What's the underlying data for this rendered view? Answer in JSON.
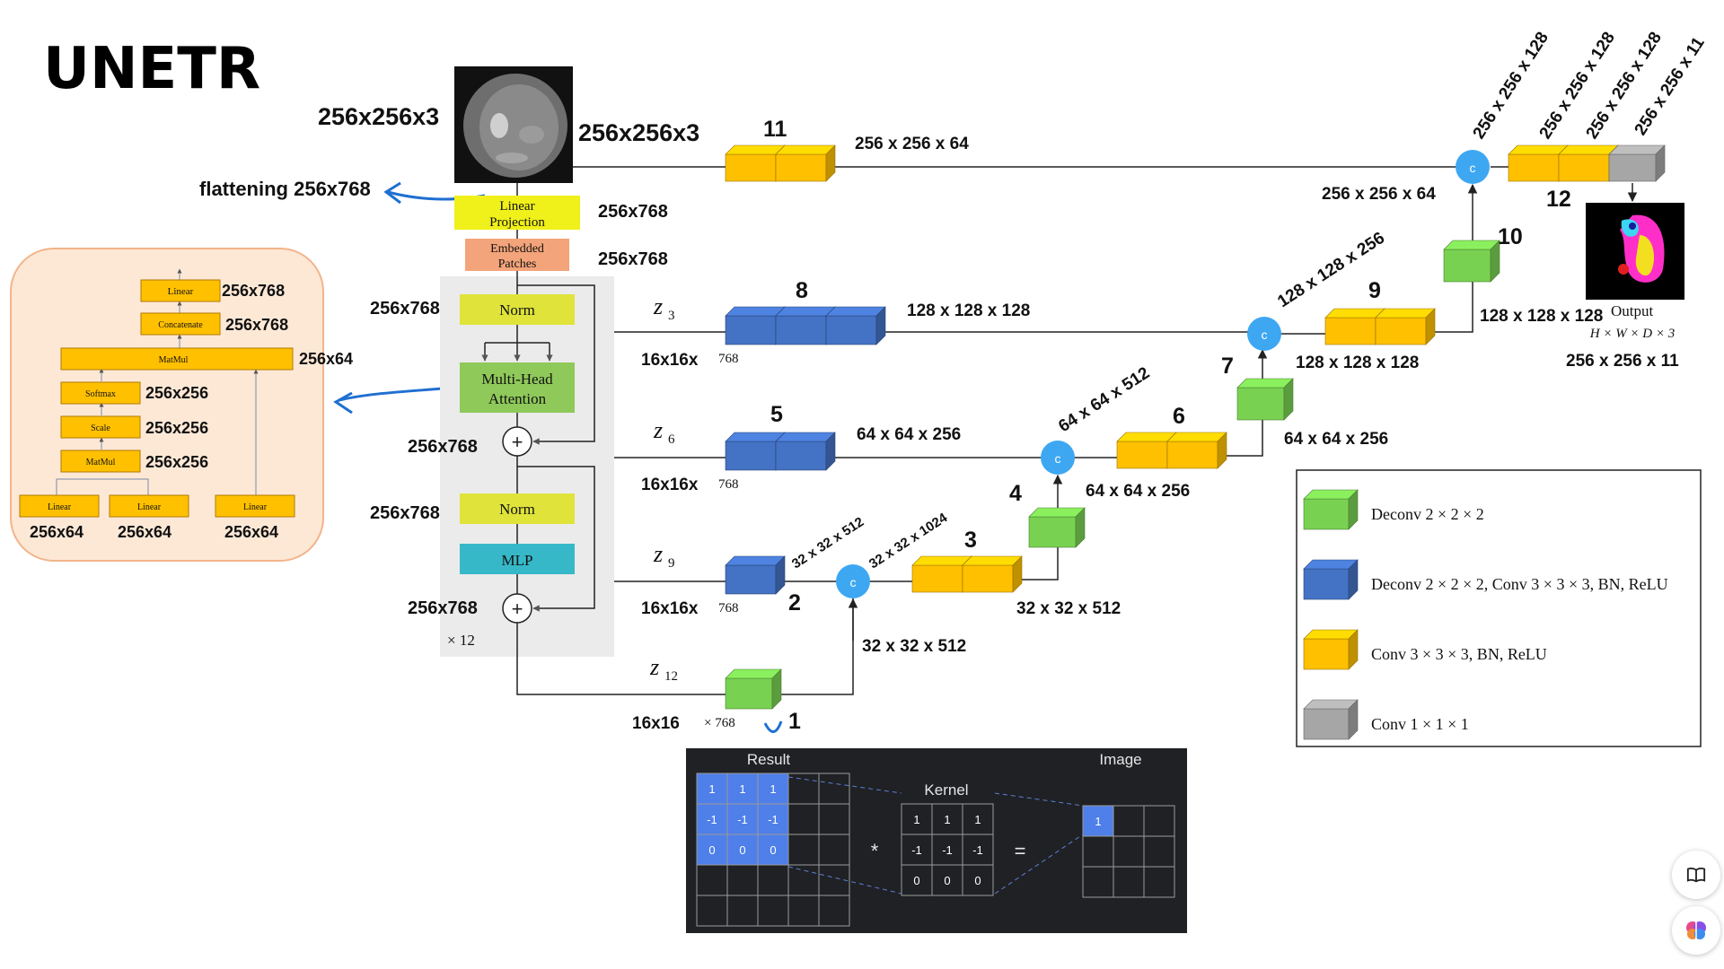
{
  "title": "UNETR",
  "input": {
    "dim_left": "256x256x3",
    "dim_right": "256x256x3",
    "flatten_label": "flattening 256x768"
  },
  "encoder": {
    "linear_projection": [
      "Linear",
      "Projection"
    ],
    "embedded_patches": [
      "Embedded",
      "Patches"
    ],
    "lp_dim": "256x768",
    "ep_dim": "256x768",
    "norm1": "Norm",
    "mha": [
      "Multi-Head",
      "Attention"
    ],
    "norm2": "Norm",
    "mlp": "MLP",
    "repeat": "× 12",
    "dim_norm1": "256x768",
    "dim_add1": "256x768",
    "dim_norm2": "256x768",
    "dim_add2": "256x768",
    "plus": "+"
  },
  "attention_detail": {
    "linear_top": "Linear",
    "linear_top_dim": "256x768",
    "concat": "Concatenate",
    "concat_dim": "256x768",
    "matmul_top": "MatMul",
    "matmul_top_dim": "256x64",
    "softmax": "Softmax",
    "softmax_dim": "256x256",
    "scale": "Scale",
    "scale_dim": "256x256",
    "matmul_bot": "MatMul",
    "matmul_bot_dim": "256x256",
    "linear1": "Linear",
    "linear2": "Linear",
    "linear3": "Linear",
    "linear1_dim": "256x64",
    "linear2_dim": "256x64",
    "linear3_dim": "256x64"
  },
  "z_labels": {
    "z3": "z",
    "z3_sub": "3",
    "z6": "z",
    "z6_sub": "6",
    "z9": "z",
    "z9_sub": "9",
    "z12": "z",
    "z12_sub": "12"
  },
  "tokens": {
    "z3_a": "16x16x",
    "z3_b": "768",
    "z6_a": "16x16x",
    "z6_b": "768",
    "z9_a": "16x16x",
    "z9_b": "768",
    "z12_a": "16x16",
    "z12_b": "× 768"
  },
  "blocks": {
    "b1": "1",
    "b2": "2",
    "b3": "3",
    "b4": "4",
    "b5": "5",
    "b6": "6",
    "b7": "7",
    "b8": "8",
    "b9": "9",
    "b10": "10",
    "b11": "11",
    "b12": "12"
  },
  "dims": {
    "d11": "256 x 256 x 64",
    "d_concat1_in": "256 x 256 x 64",
    "d8": "128 x 128 x 128",
    "d9": "128 x 128 x 128",
    "d9_rot": "128 x 128 x 256",
    "d10": "128 x 128 x 128",
    "d5": "64 x 64 x 256",
    "d6": "64 x 64 x 256",
    "d6_rot": "64 x 64 x 512",
    "d7": "64 x 64 x 256",
    "d2_rot": "32 x 32 x 512",
    "d3_rot": "32 x 32 x 1024",
    "d3": "32 x 32 x 512",
    "d1_up": "32 x 32 x 512",
    "d_top1": "256 x 256 x 128",
    "d_top2": "256 x 256 x 128",
    "d_top3": "256 x 256 x 128",
    "d_top4": "256 x 256 x 11",
    "out_dim": "256 x 256 x 11"
  },
  "concat_symbol": "c",
  "output": {
    "label": "Output",
    "formula": "H × W × D × 3"
  },
  "legend": [
    {
      "color": "#79d152",
      "text": "Deconv 2 × 2 × 2"
    },
    {
      "color": "#4472c4",
      "text": "Deconv 2 × 2 × 2, Conv 3 × 3 × 3, BN, ReLU"
    },
    {
      "color": "#ffc000",
      "text": "Conv 3 × 3 × 3, BN, ReLU"
    },
    {
      "color": "#a6a6a6",
      "text": "Conv 1 × 1 × 1"
    }
  ],
  "conv_example": {
    "result": "Result",
    "kernel": "Kernel",
    "image": "Image",
    "star": "*",
    "equals": "=",
    "result_vals": [
      "1",
      "1",
      "1",
      "-1",
      "-1",
      "-1",
      "0",
      "0",
      "0"
    ],
    "kernel_vals": [
      "1",
      "1",
      "1",
      "-1",
      "-1",
      "-1",
      "0",
      "0",
      "0"
    ],
    "image_val": "1"
  },
  "colors": {
    "yellow": "#ffc000",
    "blue": "#4472c4",
    "green": "#79d152",
    "gray": "#a6a6a6",
    "concat": "#3ea7f2",
    "arrow_blue": "#1f6fd1"
  }
}
